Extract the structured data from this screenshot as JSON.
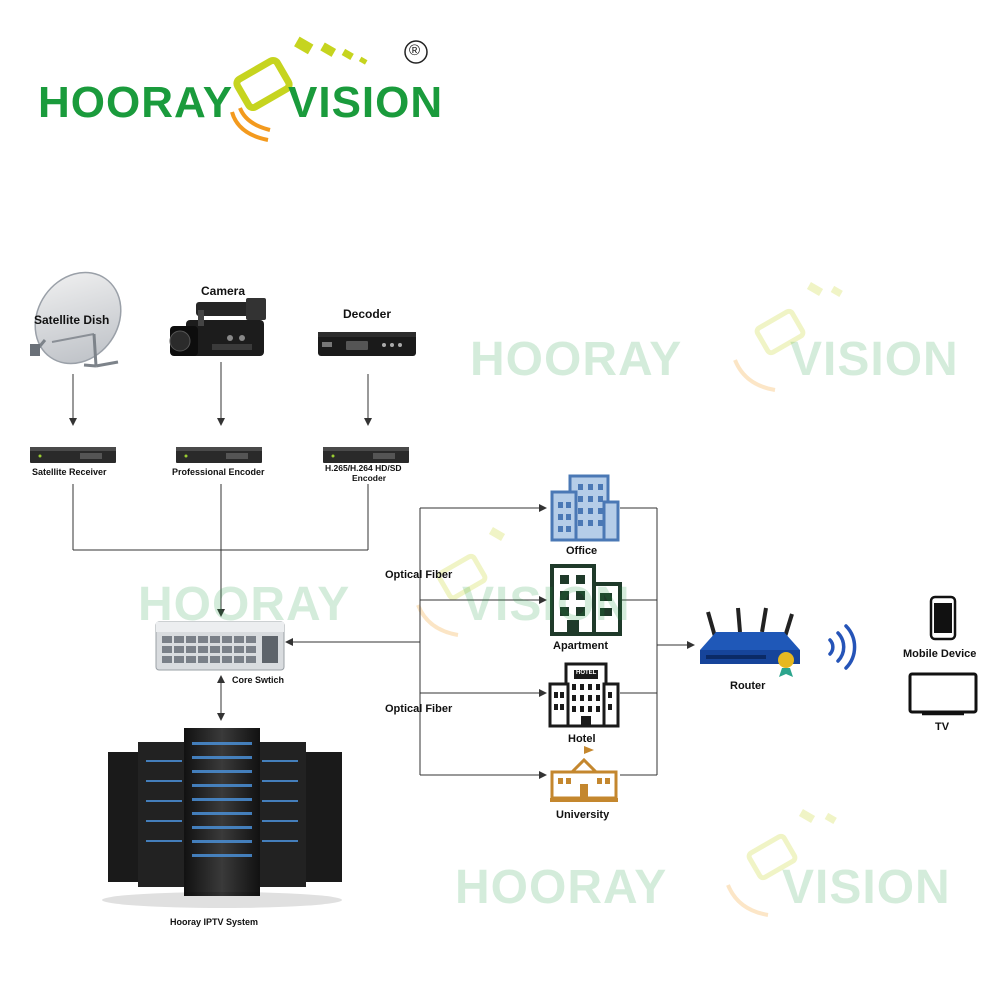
{
  "logo": {
    "left_text": "HOORAY",
    "right_text": "VISION",
    "registered": "®"
  },
  "watermarks": [
    {
      "left_text": "HOORAY",
      "right_text": "VISION"
    },
    {
      "left_text": "HOORAY",
      "right_text": "VISION"
    },
    {
      "left_text": "HOORAY",
      "right_text": "VISION"
    }
  ],
  "sources": {
    "satellite_dish": "Satellite Dish",
    "camera": "Camera",
    "decoder": "Decoder"
  },
  "processors": {
    "satellite_receiver": "Satellite Receiver",
    "professional_encoder": "Professional Encoder",
    "hd_encoder_line1": "H.265/H.264 HD/SD",
    "hd_encoder_line2": "Encoder"
  },
  "core_switch": "Core Swtich",
  "iptv_system": "Hooray IPTV System",
  "optical_fiber_labels": [
    "Optical Fiber",
    "Optical Fiber"
  ],
  "destinations": {
    "office": "Office",
    "apartment": "Apartment",
    "hotel": "Hotel",
    "hotel_sign": "HOTEL",
    "university": "University"
  },
  "router": "Router",
  "devices": {
    "mobile": "Mobile Device",
    "tv": "TV"
  },
  "colors": {
    "brand_green": "#1a9b3c",
    "brand_orange": "#f39a1e",
    "brand_lime": "#c6d41f",
    "line": "#333333",
    "building_blue": "#4a78b5",
    "building_light": "#b5cde8",
    "building_green_dark": "#1f3a2a",
    "university_gold": "#c4872e",
    "router_blue": "#1f58b8",
    "wifi_blue": "#2554b8"
  }
}
